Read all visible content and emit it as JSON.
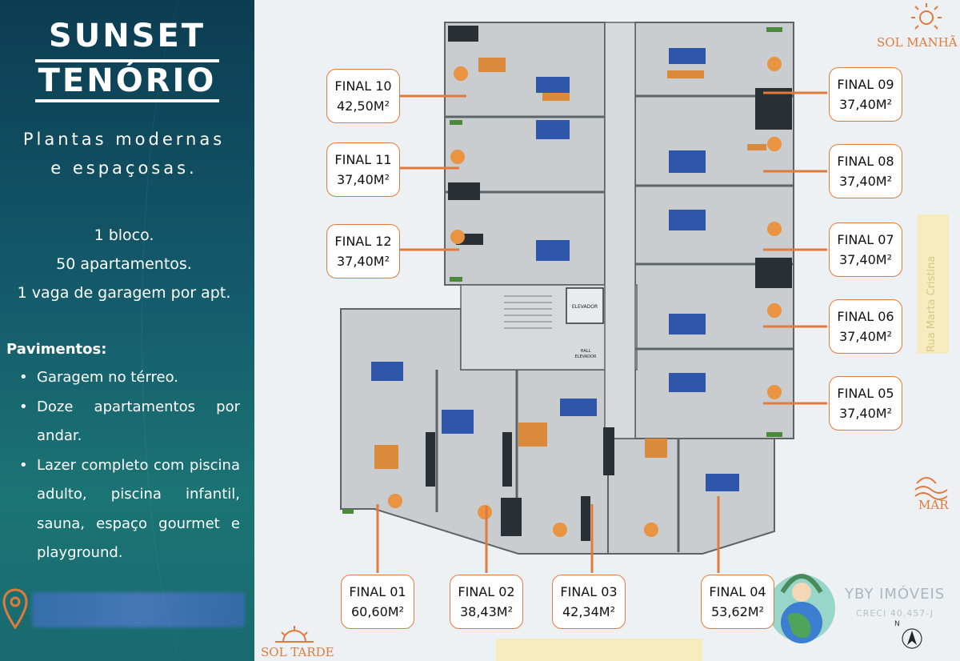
{
  "brand": {
    "line1": "SUNSET",
    "line2": "TENÓRIO"
  },
  "tagline": {
    "line1": "Plantas modernas",
    "line2": "e espaçosas."
  },
  "facts": [
    "1 bloco.",
    "50 apartamentos.",
    "1 vaga de garagem por apt."
  ],
  "pavimentos": {
    "heading": "Pavimentos:",
    "items": [
      "Garagem no térreo.",
      "Doze apartamentos por andar.",
      "Lazer completo com piscina adulto, piscina infantil, sauna, espaço gourmet e playground."
    ]
  },
  "plan_labels": {
    "elevator": "ELEVADOR",
    "hall": "HALL",
    "hall_sub": "ELEVADOR"
  },
  "units": [
    {
      "name": "FINAL 10",
      "area": "42,50M²"
    },
    {
      "name": "FINAL 11",
      "area": "37,40M²"
    },
    {
      "name": "FINAL 12",
      "area": "37,40M²"
    },
    {
      "name": "FINAL 09",
      "area": "37,40M²"
    },
    {
      "name": "FINAL 08",
      "area": "37,40M²"
    },
    {
      "name": "FINAL 07",
      "area": "37,40M²"
    },
    {
      "name": "FINAL 06",
      "area": "37,40M²"
    },
    {
      "name": "FINAL 05",
      "area": "37,40M²"
    },
    {
      "name": "FINAL 01",
      "area": "60,60M²"
    },
    {
      "name": "FINAL 02",
      "area": "38,43M²"
    },
    {
      "name": "FINAL 03",
      "area": "42,34M²"
    },
    {
      "name": "FINAL 04",
      "area": "53,62M²"
    }
  ],
  "orientation": {
    "sol_manha": "SOL MANHÃ",
    "sol_tarde": "SOL TARDE",
    "mar": "MAR",
    "north": "N"
  },
  "streets": {
    "vertical": "Rua Marta Cristina"
  },
  "agency": {
    "name": "YBY IMÓVEIS",
    "creci": "CRECI 40.457-J"
  },
  "colors": {
    "accent": "#e27a3c",
    "panel": "#0f4a5e"
  }
}
